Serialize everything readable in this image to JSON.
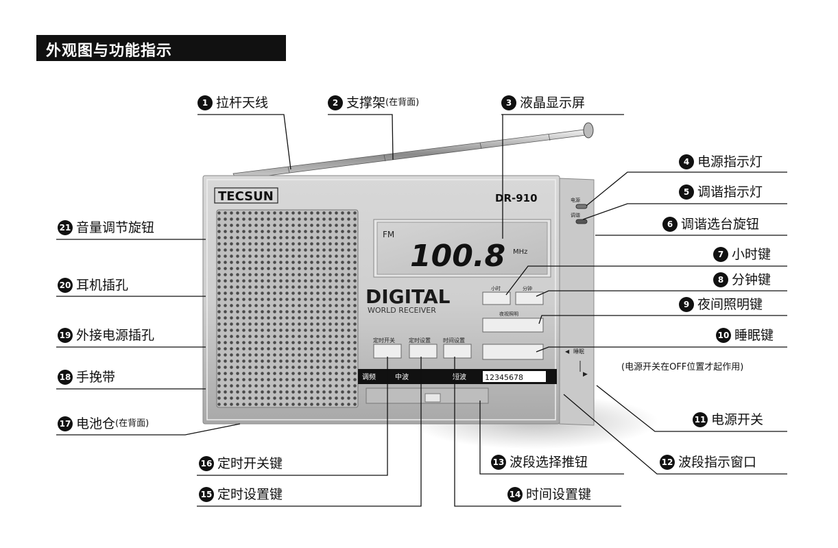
{
  "title": "外观图与功能指示",
  "radio": {
    "brand": "TECSUN",
    "model": "DR-910",
    "lcd_band": "FM",
    "lcd_freq": "100.8",
    "lcd_unit": "MHz",
    "digital": "DIGITAL",
    "world_receiver": "WORLD RECEIVER",
    "btn_hour": "小时",
    "btn_minute": "分钟",
    "btn_night_light": "夜视照明",
    "btn_timer_onoff": "定时开关",
    "btn_timer_set": "定时设置",
    "btn_time_set": "时间设置",
    "band_fm": "调频",
    "band_mw": "中波",
    "band_sw": "短波",
    "band_sw_numbers": "12345678",
    "led_power": "电源",
    "led_tune": "调谐",
    "sleep": "睡眠"
  },
  "callouts": [
    {
      "n": "1",
      "label": "拉杆天线"
    },
    {
      "n": "2",
      "label": "支撑架",
      "paren": "(在背面)"
    },
    {
      "n": "3",
      "label": "液晶显示屏"
    },
    {
      "n": "4",
      "label": "电源指示灯"
    },
    {
      "n": "5",
      "label": "调谐指示灯"
    },
    {
      "n": "6",
      "label": "调谐选台旋钮"
    },
    {
      "n": "7",
      "label": "小时键"
    },
    {
      "n": "8",
      "label": "分钟键"
    },
    {
      "n": "9",
      "label": "夜间照明键"
    },
    {
      "n": "10",
      "label": "睡眠键"
    },
    {
      "n": "11",
      "label": "电源开关"
    },
    {
      "n": "12",
      "label": "波段指示窗口"
    },
    {
      "n": "13",
      "label": "波段选择推钮"
    },
    {
      "n": "14",
      "label": "时间设置键"
    },
    {
      "n": "15",
      "label": "定时设置键"
    },
    {
      "n": "16",
      "label": "定时开关键"
    },
    {
      "n": "17",
      "label": "电池仓",
      "paren": "(在背面)"
    },
    {
      "n": "18",
      "label": "手挽带"
    },
    {
      "n": "19",
      "label": "外接电源插孔"
    },
    {
      "n": "20",
      "label": "耳机插孔"
    },
    {
      "n": "21",
      "label": "音量调节旋钮"
    }
  ],
  "sleep_note": "(电源开关在OFF位置才起作用)"
}
